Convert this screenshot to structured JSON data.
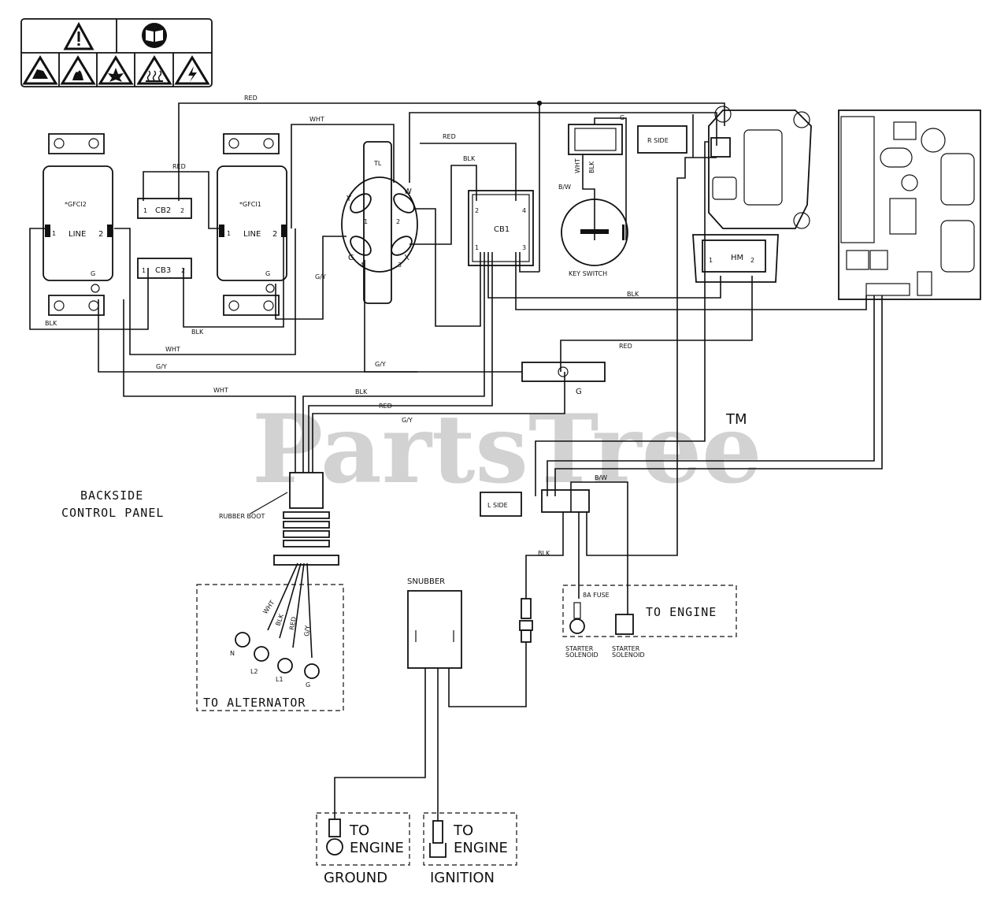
{
  "watermark": {
    "text": "PartsTree",
    "tm": "TM"
  },
  "components": {
    "gfci2": {
      "name": "*GFCI2",
      "line": "LINE",
      "t1": "1",
      "t2": "2",
      "g": "G"
    },
    "gfci1": {
      "name": "*GFCI1",
      "line": "LINE",
      "t1": "1",
      "t2": "2",
      "g": "G"
    },
    "cb2": {
      "name": "CB2",
      "t1": "1",
      "t2": "2"
    },
    "cb3": {
      "name": "CB3",
      "t1": "1",
      "t2": "2"
    },
    "cb1": {
      "name": "CB1",
      "t1": "1",
      "t2": "2",
      "t3": "3",
      "t4": "4"
    },
    "twistlock": {
      "tl": "TL",
      "y": "Y",
      "w": "W",
      "g": "G",
      "x": "X",
      "p1": "1",
      "p2": "2",
      "p3": "3",
      "p4": "4"
    },
    "key_switch": {
      "name": "KEY SWITCH",
      "wht": "WHT",
      "blk": "BLK",
      "bw": "B/W",
      "g": "G"
    },
    "r_side": "R SIDE",
    "l_side": "L SIDE",
    "hour_meter": {
      "name": "HM",
      "t1": "1",
      "t2": "2"
    },
    "ground_block": "G",
    "rubber_boot": "RUBBER BOOT",
    "backside_control_panel": [
      "BACKSIDE",
      "CONTROL PANEL"
    ],
    "to_alternator": "TO ALTERNATOR",
    "alternator_leads": {
      "wht": "WHT",
      "blk": "BLK",
      "red": "RED",
      "gy": "G/Y",
      "n": "N",
      "l2": "L2",
      "l1": "L1",
      "g": "G"
    },
    "snubber": "SNUBBER",
    "fuse": "8A FUSE",
    "to_engine": "TO ENGINE",
    "starter_solenoid": [
      "STARTER",
      "SOLENOID"
    ],
    "ground_label": "GROUND",
    "ignition_label": "IGNITION",
    "to": "TO",
    "engine": "ENGINE"
  },
  "wire_labels": {
    "red_top": "RED",
    "wht_top": "WHT",
    "red_cb2": "RED",
    "red_cb1": "RED",
    "blk_cb1": "BLK",
    "gy_gfci1": "G/Y",
    "blk_right": "BLK",
    "blk_gfci2": "BLK",
    "blk_mid": "BLK",
    "wht_1": "WHT",
    "gy_1": "G/Y",
    "gy_2": "G/Y",
    "red_ground": "RED",
    "wht_2": "WHT",
    "blk_2": "BLK",
    "red_2": "RED",
    "gy_3": "G/Y",
    "bw": "B/W",
    "blk_snubber": "BLK"
  }
}
